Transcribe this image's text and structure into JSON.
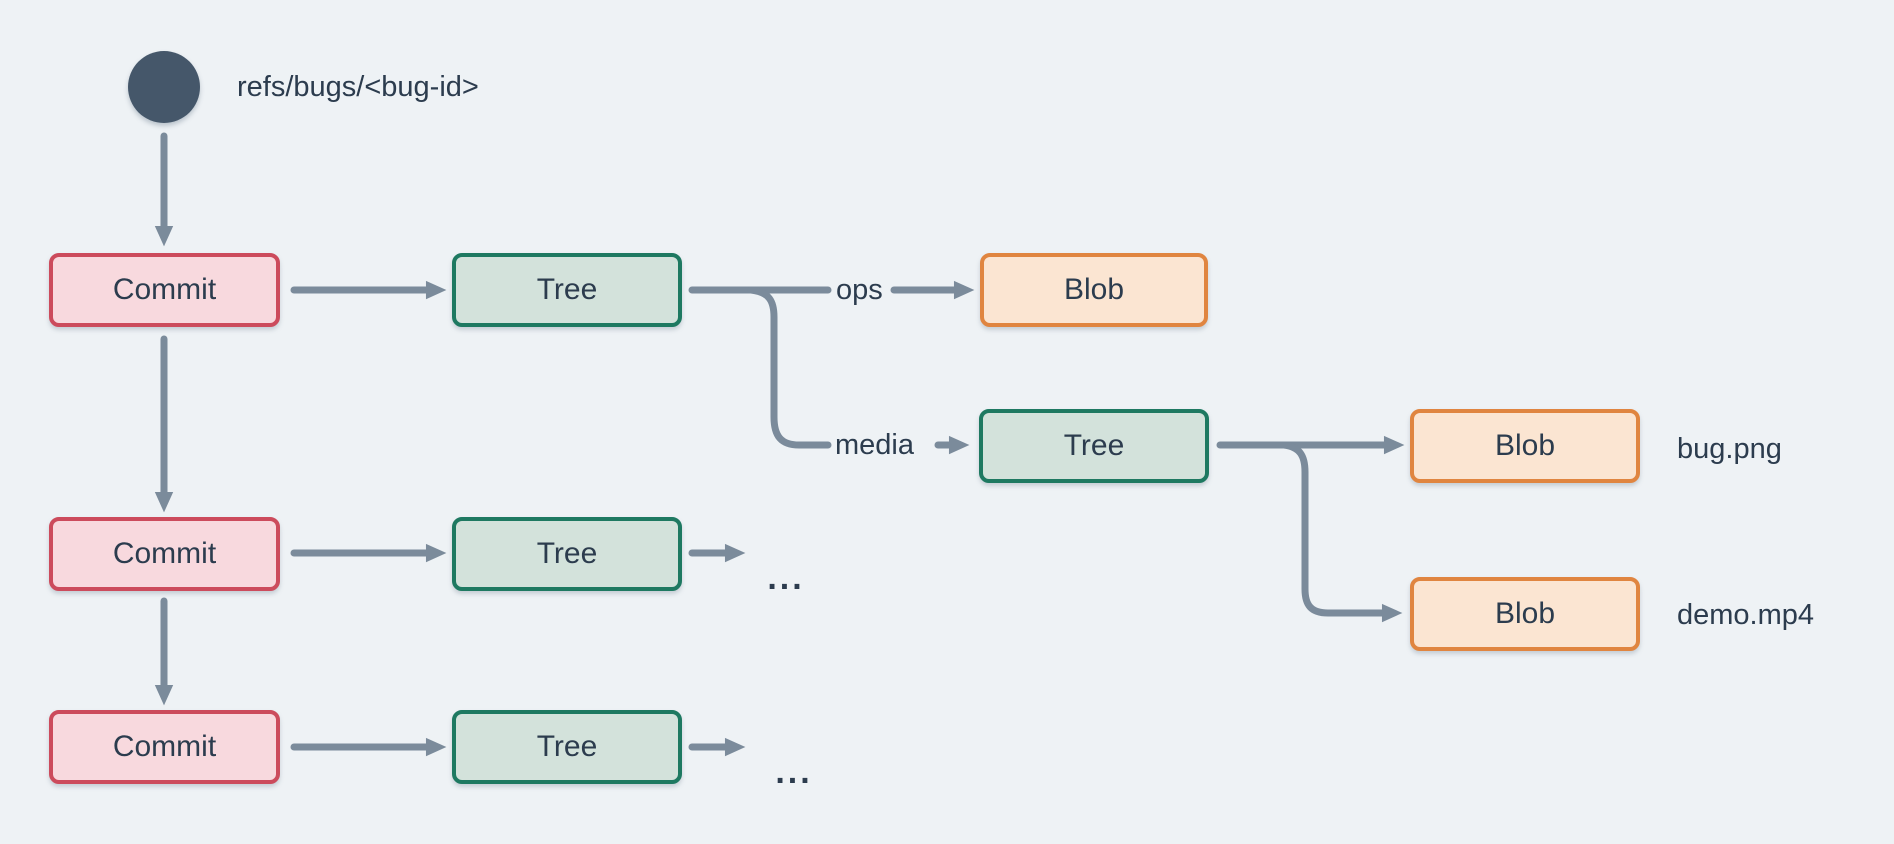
{
  "diagram": {
    "ref": {
      "label": "refs/bugs/<bug-id>"
    },
    "nodes": {
      "commit": "Commit",
      "tree": "Tree",
      "blob": "Blob"
    },
    "edge_labels": {
      "ops": "ops",
      "media": "media"
    },
    "file_labels": {
      "bug": "bug.png",
      "demo": "demo.mp4"
    },
    "ellipsis": "...",
    "colors": {
      "background": "#eef2f5",
      "connector": "#7b8b9b",
      "text": "#2c3c4e",
      "ref_node": "#45576a",
      "commit_fill": "#f8d9de",
      "commit_border": "#cc4b5c",
      "tree_fill": "#d3e2db",
      "tree_border": "#1e7961",
      "blob_fill": "#fbe5d2",
      "blob_border": "#e08540"
    }
  }
}
